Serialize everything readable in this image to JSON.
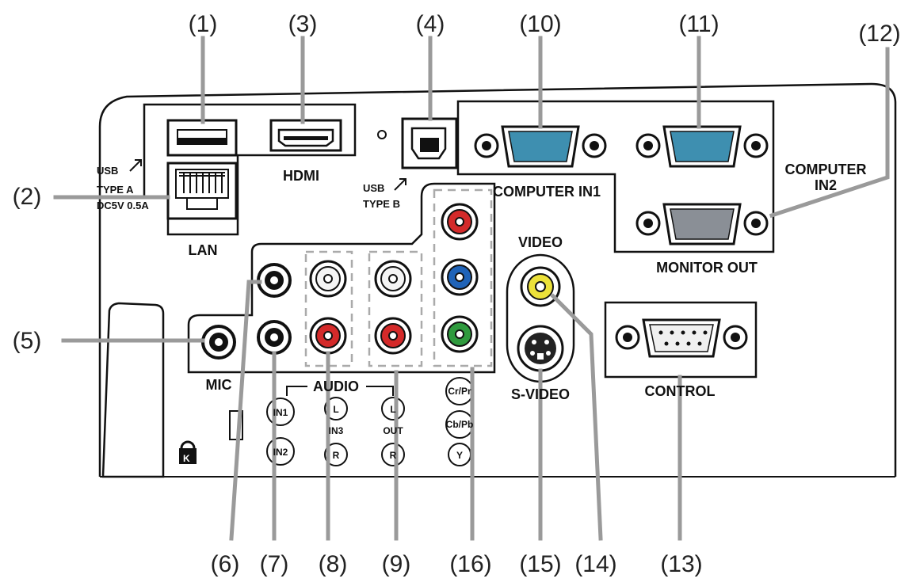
{
  "callouts": {
    "c1": "(1)",
    "c2": "(2)",
    "c3": "(3)",
    "c4": "(4)",
    "c5": "(5)",
    "c6": "(6)",
    "c7": "(7)",
    "c8": "(8)",
    "c9": "(9)",
    "c10": "(10)",
    "c11": "(11)",
    "c12": "(12)",
    "c13": "(13)",
    "c14": "(14)",
    "c15": "(15)",
    "c16": "(16)"
  },
  "labels": {
    "usb_a_1": "USB",
    "usb_a_2": "TYPE A",
    "usb_a_3": "DC5V 0.5A",
    "usb_b_1": "USB",
    "usb_b_2": "TYPE B",
    "lan": "LAN",
    "hdmi": "HDMI",
    "computer_in1": "COMPUTER IN1",
    "computer_in2_1": "COMPUTER",
    "computer_in2_2": "IN2",
    "monitor_out": "MONITOR OUT",
    "video": "VIDEO",
    "s_video": "S-VIDEO",
    "control": "CONTROL",
    "mic": "MIC",
    "audio": "AUDIO",
    "in1": "IN1",
    "in2": "IN2",
    "in3": "IN3",
    "in3_l": "L",
    "in3_r": "R",
    "out": "OUT",
    "out_l": "L",
    "out_r": "R",
    "cr_pr": "Cr/Pr",
    "cb_pb": "Cb/Pb",
    "y": "Y"
  },
  "colors": {
    "red": "#d42a2a",
    "blue": "#1f63b8",
    "green": "#2f9a3e",
    "yellow": "#ece13a",
    "white": "#f4f4f4",
    "vga_teal": "#3e8fb0",
    "vga_gray": "#8a8f96"
  }
}
